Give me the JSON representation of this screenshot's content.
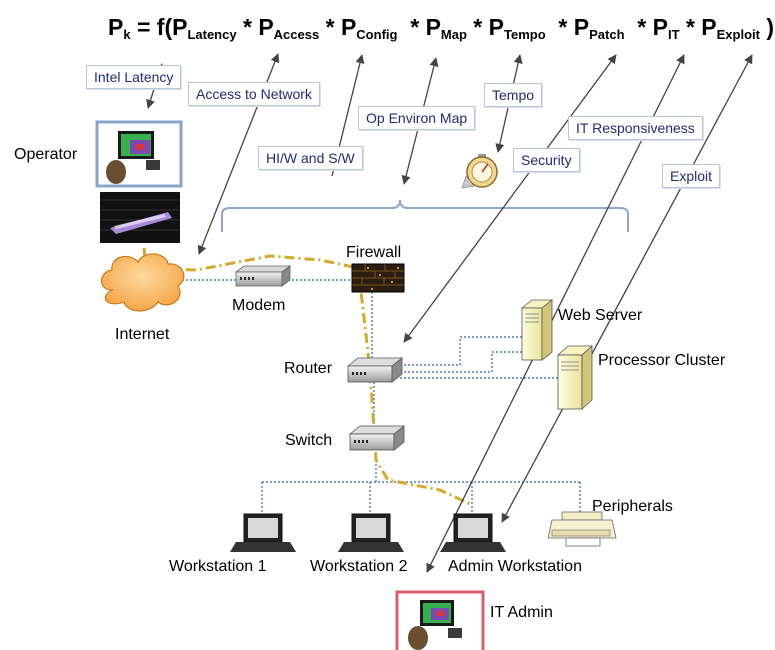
{
  "formula": {
    "lhs": "P",
    "lhs_sub": "k",
    "eq": " = f(",
    "terms": [
      {
        "p": "P",
        "sub": "Latency",
        "op": " * "
      },
      {
        "p": "P",
        "sub": "Access",
        "op": " * "
      },
      {
        "p": "P",
        "sub": "Config",
        "op": "  * "
      },
      {
        "p": "P",
        "sub": "Map",
        "op": " * "
      },
      {
        "p": "P",
        "sub": "Tempo",
        "op": "  * "
      },
      {
        "p": "P",
        "sub": "Patch",
        "op": "  * "
      },
      {
        "p": "P",
        "sub": "IT",
        "op": " * "
      },
      {
        "p": "P",
        "sub": "Exploit",
        "op": " )"
      }
    ]
  },
  "factor_labels": {
    "intel_latency": "Intel Latency",
    "access_network": "Access to Network",
    "hw_sw": "HI/W and S/W",
    "op_environ_map": "Op Environ Map",
    "tempo": "Tempo",
    "security": "Security",
    "it_responsiveness": "IT Responsiveness",
    "exploit": "Exploit"
  },
  "nodes": {
    "operator": "Operator",
    "internet": "Internet",
    "modem": "Modem",
    "firewall": "Firewall",
    "web_server": "Web Server",
    "router": "Router",
    "processor_cluster": "Processor Cluster",
    "switch": "Switch",
    "peripherals": "Peripherals",
    "workstation1": "Workstation 1",
    "workstation2": "Workstation 2",
    "admin_workstation": "Admin Workstation",
    "it_admin": "IT Admin"
  },
  "colors": {
    "arrow": "#444444",
    "network_link": "#4a7fb0",
    "attack_path": "#d4aa2a",
    "brace": "#8ea6c8",
    "label_border": "#b9c6d8",
    "label_text": "#1f2c7a",
    "operator_frame": "#8aa4cc",
    "it_admin_frame": "#d9606a",
    "cloud": "#f7b45a"
  }
}
